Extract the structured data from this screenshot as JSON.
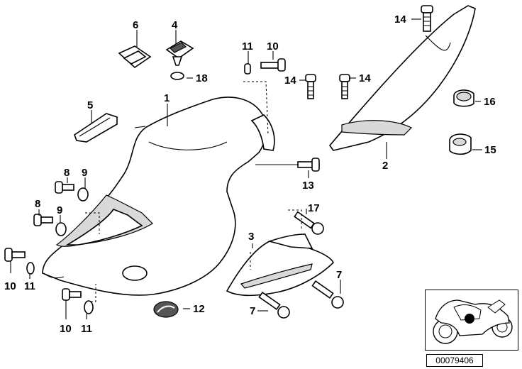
{
  "callouts": {
    "c1": "1",
    "c2": "2",
    "c3": "3",
    "c4": "4",
    "c5": "5",
    "c6": "6",
    "c7a": "7",
    "c7b": "7",
    "c8a": "8",
    "c8b": "8",
    "c9a": "9",
    "c9b": "9",
    "c10a": "10",
    "c10b": "10",
    "c10c": "10",
    "c11a": "11",
    "c11b": "11",
    "c11c": "11",
    "c12": "12",
    "c13": "13",
    "c14a": "14",
    "c14b": "14",
    "c14c": "14",
    "c15": "15",
    "c16": "16",
    "c17": "17",
    "c18": "18"
  },
  "reference_code": "00079406"
}
